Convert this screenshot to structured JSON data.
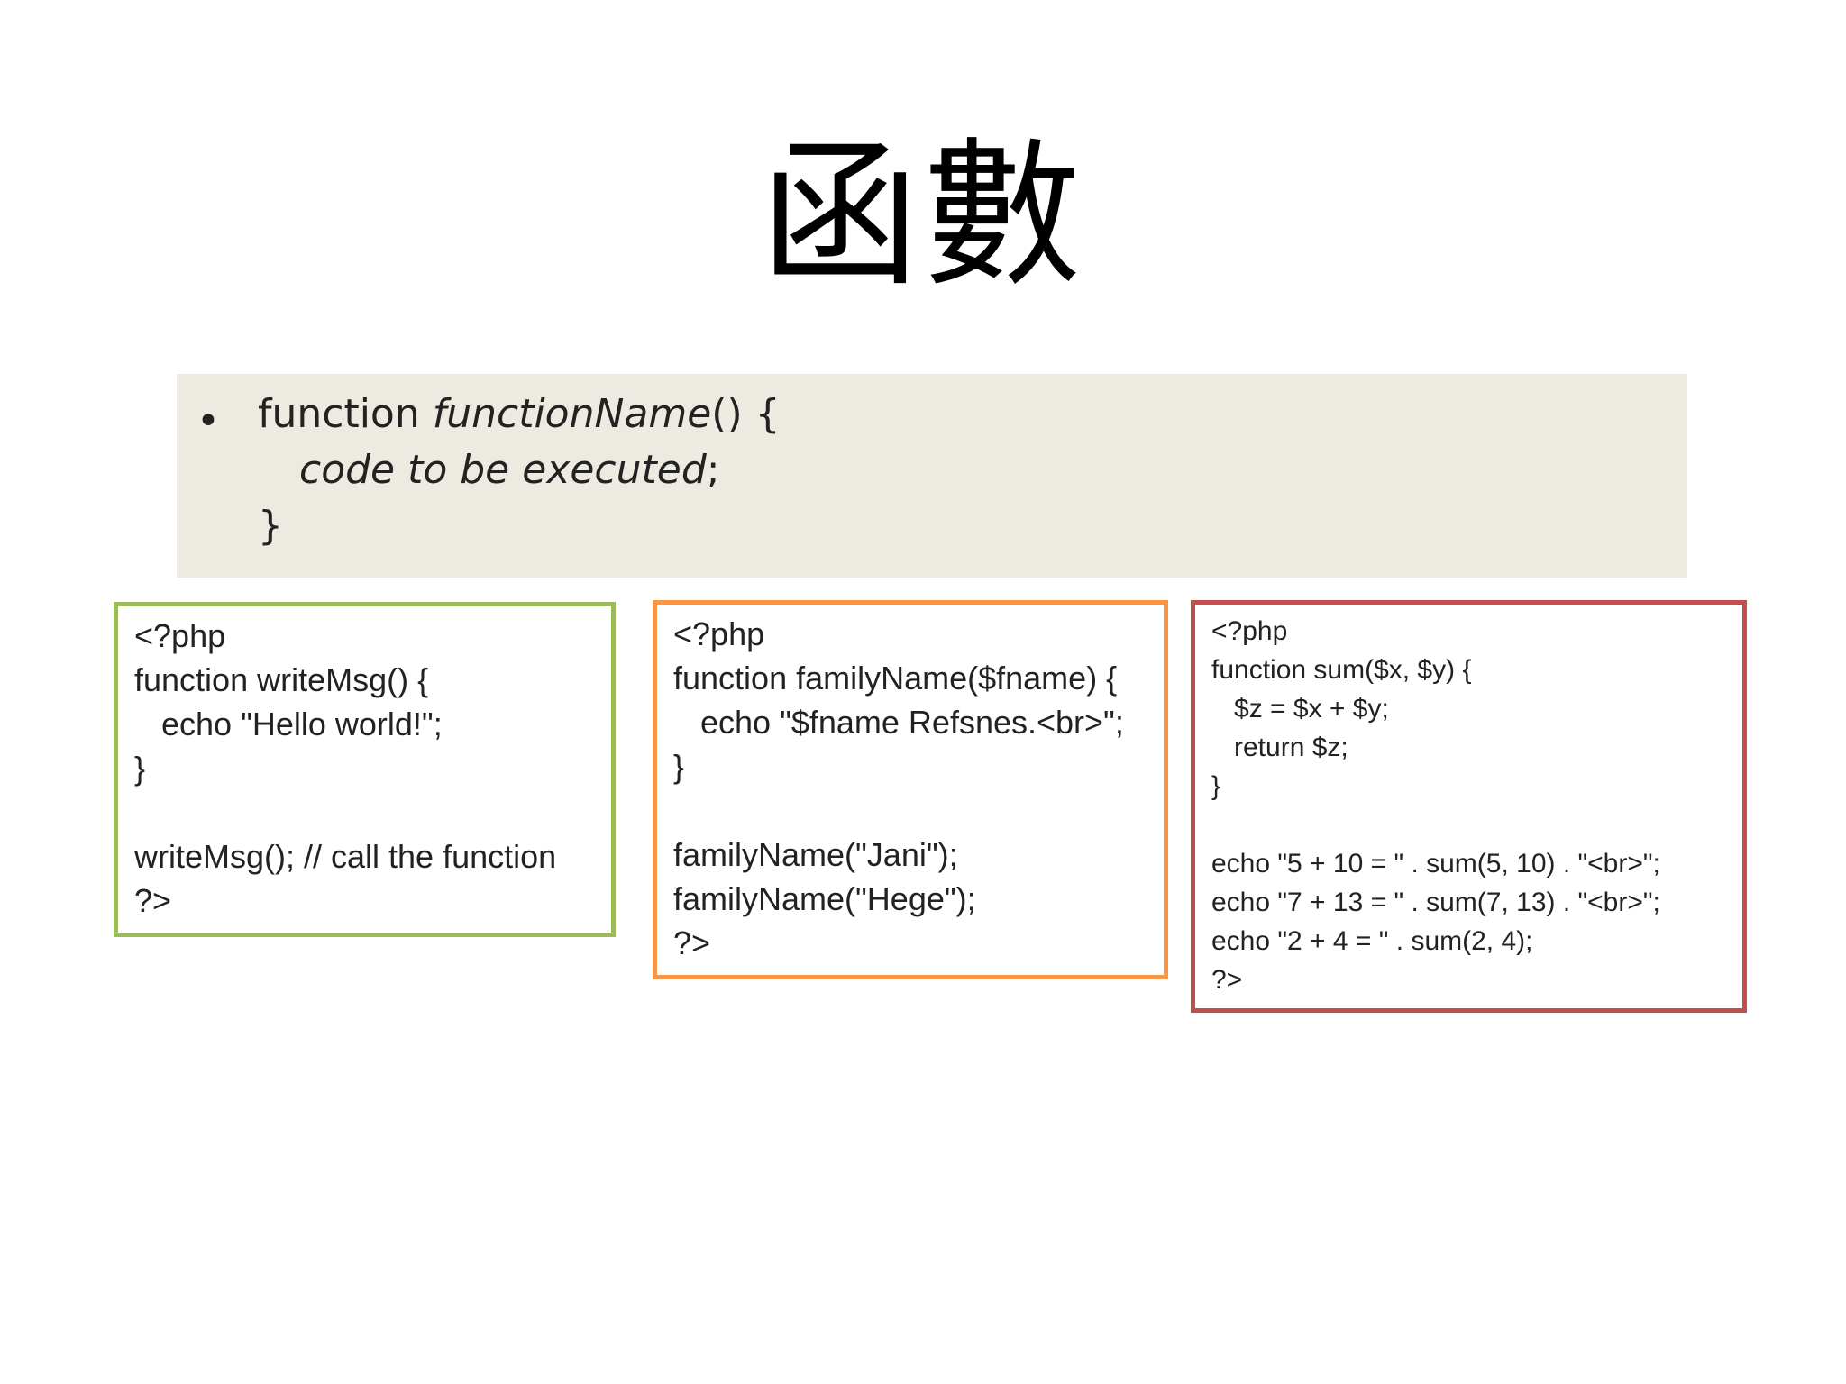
{
  "title": "函數",
  "syntax": {
    "bullet": "•",
    "line1_keyword": "function ",
    "line1_name": "functionName",
    "line1_tail": "() {",
    "line2_body": "code to be executed",
    "line2_tail": ";",
    "line3": "}"
  },
  "examples": [
    {
      "border_color": "#9bbb59",
      "lines": [
        "<?php",
        "function writeMsg() {",
        "   echo \"Hello world!\";",
        "}",
        "",
        "writeMsg(); // call the function",
        "?>"
      ]
    },
    {
      "border_color": "#f79646",
      "lines": [
        "<?php",
        "function familyName($fname) {",
        "   echo \"$fname Refsnes.<br>\";",
        "}",
        "",
        "familyName(\"Jani\");",
        "familyName(\"Hege\");",
        "?>"
      ]
    },
    {
      "border_color": "#c0504d",
      "lines": [
        "<?php",
        "function sum($x, $y) {",
        "   $z = $x + $y;",
        "   return $z;",
        "}",
        "",
        "echo \"5 + 10 = \" . sum(5, 10) . \"<br>\";",
        "echo \"7 + 13 = \" . sum(7, 13) . \"<br>\";",
        "echo \"2 + 4 = \" . sum(2, 4);",
        "?>"
      ]
    }
  ]
}
